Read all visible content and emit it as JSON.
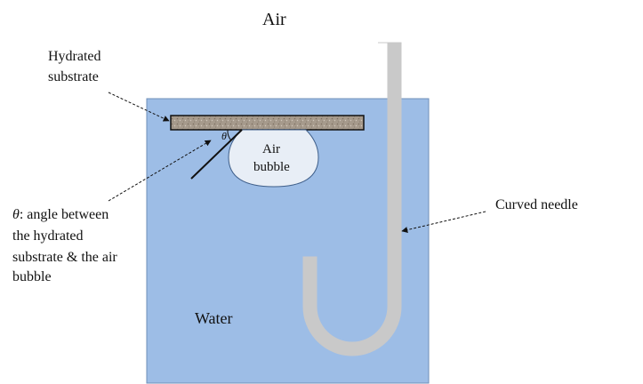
{
  "labels": {
    "air": "Air",
    "hydrated_substrate_line1": "Hydrated",
    "hydrated_substrate_line2": "substrate",
    "air_bubble_line1": "Air",
    "air_bubble_line2": "bubble",
    "theta_symbol": "θ",
    "theta_line1_suffix": ": angle between",
    "theta_line2": "the hydrated",
    "theta_line3": "substrate & the air",
    "theta_line4": "bubble",
    "curved_needle": "Curved needle",
    "water": "Water"
  },
  "colors": {
    "water": "#9dbde6",
    "water_border": "#6f8fb8",
    "needle": "#c9c9c9",
    "bubble": "#e8eef6",
    "substrate": "#a69a8c",
    "ink": "#111111"
  }
}
